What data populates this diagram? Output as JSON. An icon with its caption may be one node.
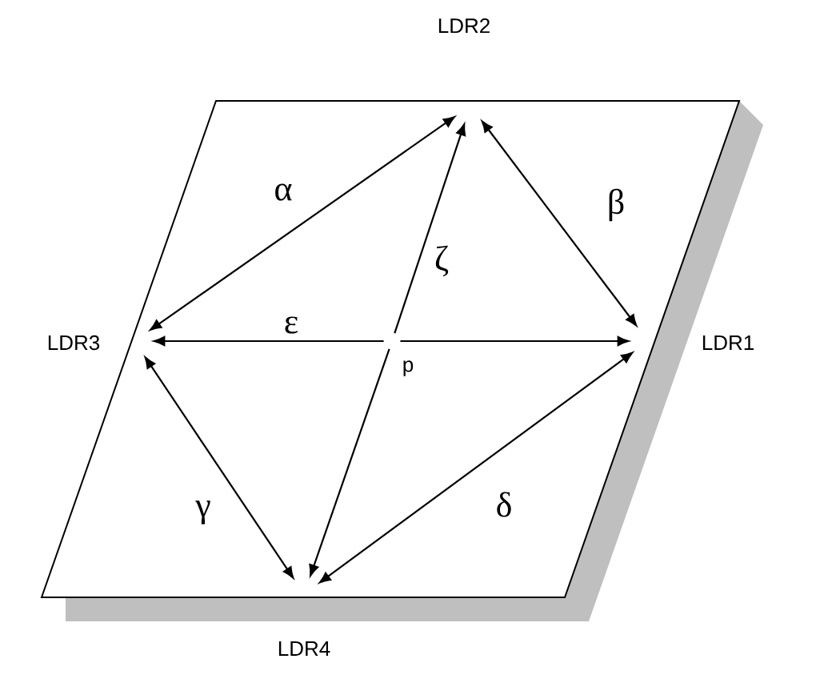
{
  "diagram": {
    "nodes": [
      {
        "text": [
          "LDR2"
        ]
      },
      {
        "text": [
          "LDR3"
        ]
      },
      {
        "text": [
          "p"
        ]
      },
      {
        "text": [
          "LDR1"
        ]
      },
      {
        "text": [
          "LDR4"
        ]
      }
    ],
    "edges": [
      {
        "from": 1,
        "to": 0,
        "arrow": "both",
        "label": "α"
      },
      {
        "from": 0,
        "to": 3,
        "arrow": "both",
        "label": "β"
      },
      {
        "from": 2,
        "to": 0,
        "arrow": "to",
        "label": "ζ"
      },
      {
        "from": 2,
        "to": 1,
        "arrow": "to",
        "label": "ε"
      },
      {
        "from": 2,
        "to": 3,
        "arrow": "to"
      },
      {
        "from": 2,
        "to": 4,
        "arrow": "to"
      },
      {
        "from": 1,
        "to": 4,
        "arrow": "both",
        "label": "γ"
      },
      {
        "from": 4,
        "to": 3,
        "arrow": "both",
        "label": "δ"
      }
    ]
  }
}
